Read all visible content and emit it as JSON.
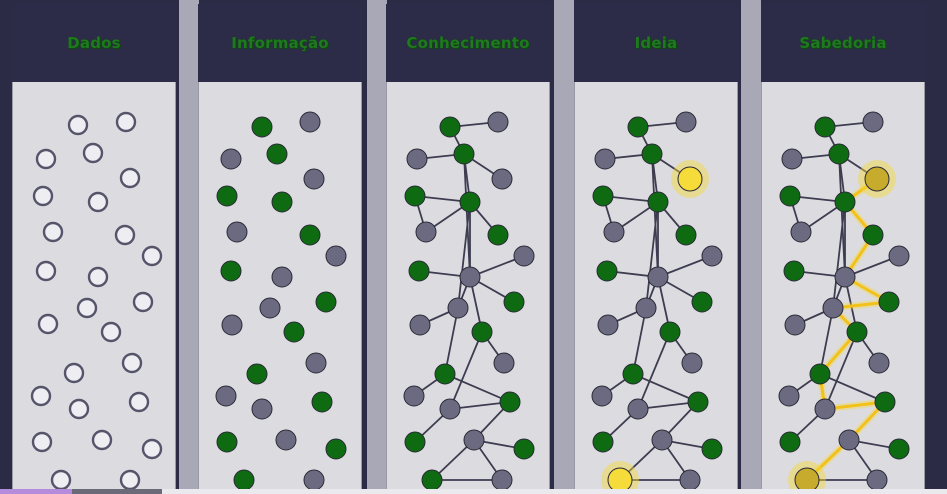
{
  "panels": [
    {
      "title": "Dados"
    },
    {
      "title": "Informação"
    },
    {
      "title": "Conhecimento"
    },
    {
      "title": "Ideia"
    },
    {
      "title": "Sabedoria"
    }
  ],
  "colors": {
    "background": "#2c2b45",
    "header": "#2d2c48",
    "panel": "#dcdce0",
    "title_green": "#1f7a1f",
    "node_green": "#0e6b12",
    "node_grey": "#6b6a80",
    "node_outline": "#55546a",
    "edge": "#3d3c50",
    "highlight": "#f5d633"
  }
}
